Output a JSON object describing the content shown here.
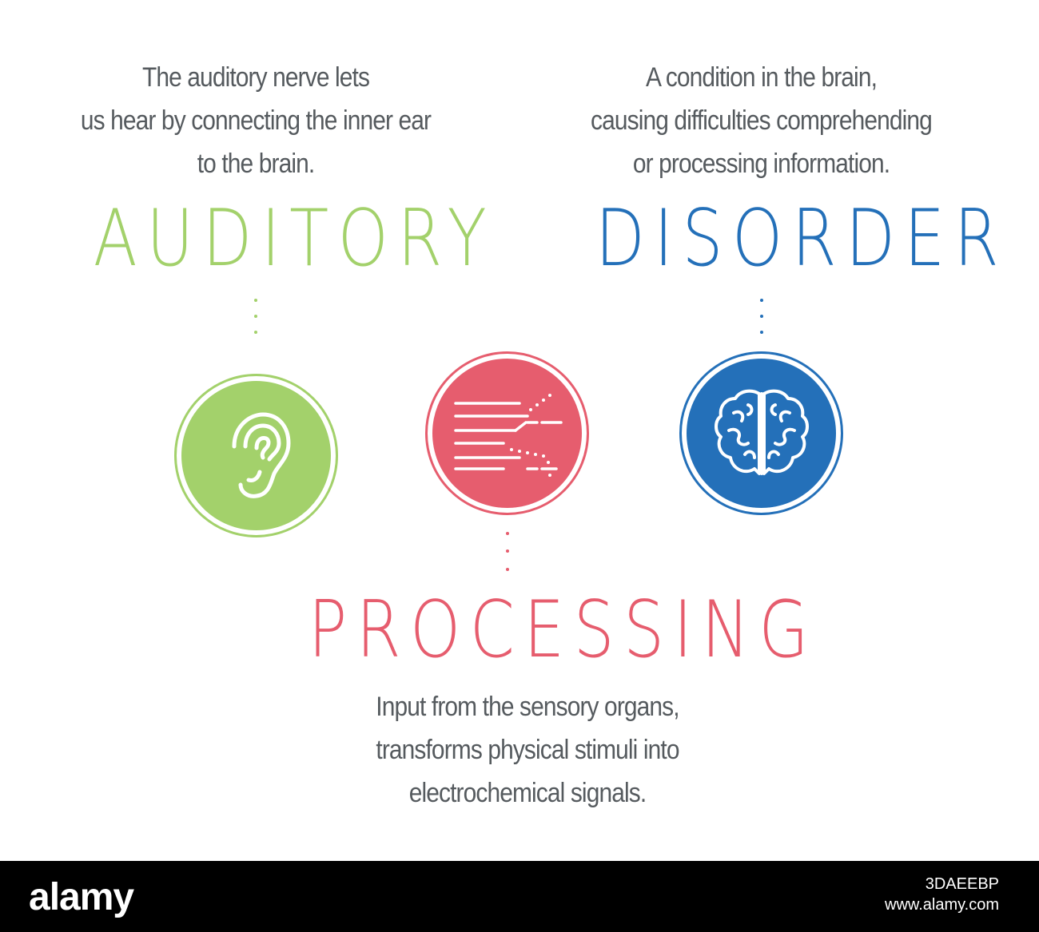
{
  "auditory": {
    "description": "The auditory nerve lets\nus hear by connecting the inner ear\nto the brain.",
    "word": "AUDITORY",
    "icon": "ear-icon",
    "color": "#a3d16b"
  },
  "disorder": {
    "description": "A condition in the brain,\ncausing difficulties comprehending\nor processing information.",
    "word": "DISORDER",
    "icon": "brain-icon",
    "color": "#2470b9"
  },
  "processing": {
    "description": "Input from the sensory organs,\ntransforms physical stimuli  into\nelectrochemical signals.",
    "word": "PROCESSING",
    "icon": "signal-lines-icon",
    "color": "#e65d6e"
  },
  "footer": {
    "logo": "alamy",
    "image_id": "3DAEEBP",
    "site": "www.alamy.com"
  }
}
